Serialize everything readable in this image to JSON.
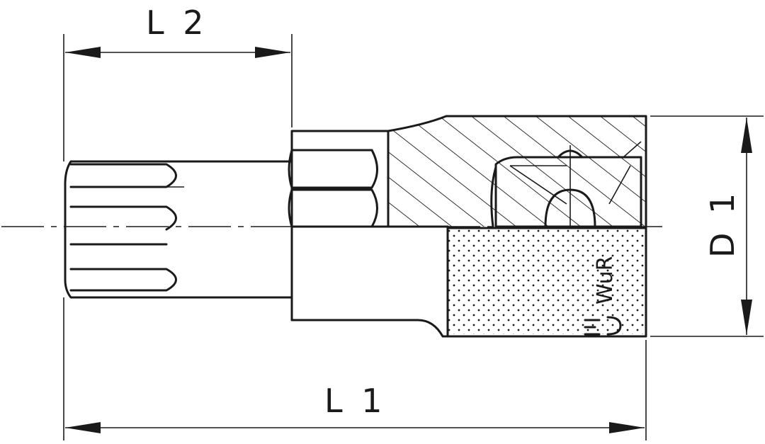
{
  "dimensions": {
    "l2": "L 2",
    "l1": "L 1",
    "d1": "D 1"
  },
  "marking": {
    "brand": "WuR"
  }
}
